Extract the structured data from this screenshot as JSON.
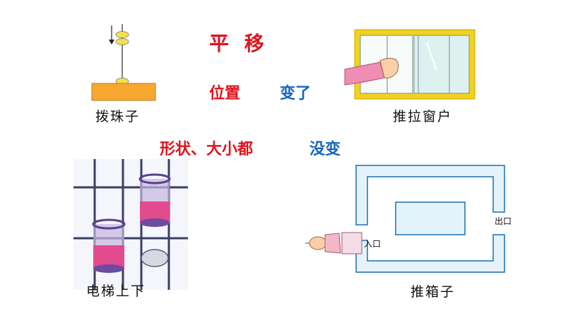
{
  "title": "平 移",
  "phrase1": {
    "part_a": "位置",
    "part_b": "变了"
  },
  "phrase2": {
    "part_a": "形状、大小都",
    "part_b": "没变"
  },
  "captions": {
    "beads": "拨珠子",
    "window": "推拉窗户",
    "elevator": "电梯上下",
    "box": "推箱子"
  },
  "box_diagram": {
    "entrance": "入口",
    "exit": "出口"
  },
  "colors": {
    "red": "#e0141e",
    "blue": "#1565c0",
    "base": "#f7a830",
    "bead": "#f4e04a",
    "frame": "#f2d21e",
    "maze": "#e4f3fb",
    "maze_stroke": "#1a6fb0"
  }
}
